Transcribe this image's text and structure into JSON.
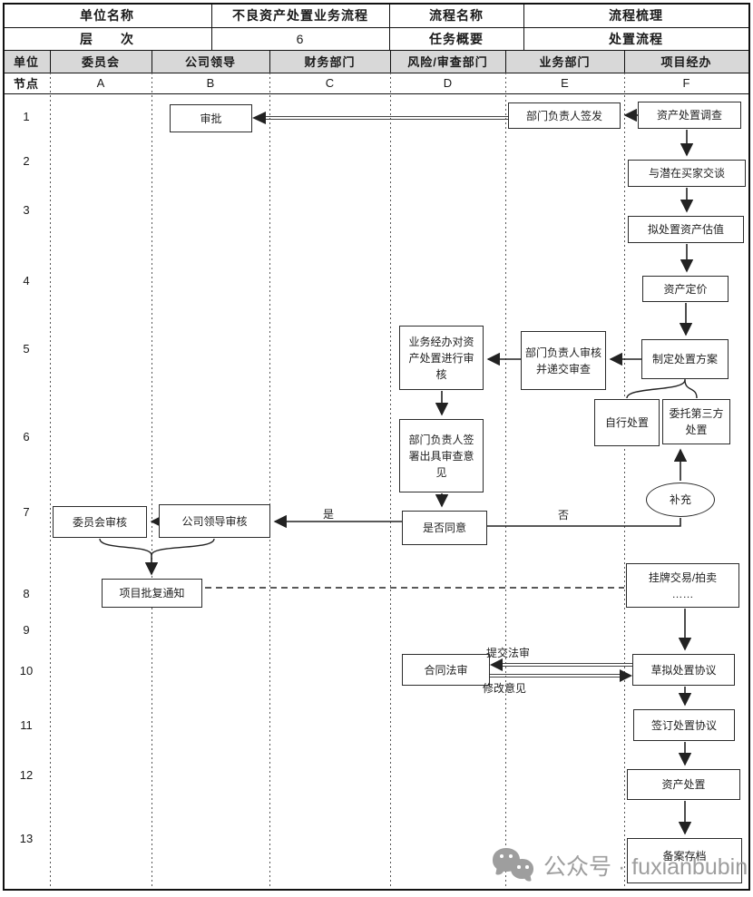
{
  "header": {
    "row1": {
      "c1": "单位名称",
      "c2": "不良资产处置业务流程",
      "c3": "流程名称",
      "c4": "流程梳理"
    },
    "row2": {
      "c1": "层　　次",
      "c2": "6",
      "c3": "任务概要",
      "c4": "处置流程"
    },
    "unit_label": "单位",
    "node_label": "节点",
    "lanes": [
      "委员会",
      "公司领导",
      "财务部门",
      "风险/审查部门",
      "业务部门",
      "项目经办"
    ],
    "codes": [
      "A",
      "B",
      "C",
      "D",
      "E",
      "F"
    ]
  },
  "rows": [
    "1",
    "2",
    "3",
    "4",
    "5",
    "6",
    "7",
    "8",
    "9",
    "10",
    "11",
    "12",
    "13"
  ],
  "nodes": {
    "shenpi": {
      "label": "审批"
    },
    "qianfa": {
      "label": "部门负责人签发"
    },
    "diaocha": {
      "label": "资产处置调查"
    },
    "jiaotan": {
      "label": "与潜在买家交谈"
    },
    "guzhi": {
      "label": "拟处置资产估值"
    },
    "dingjia": {
      "label": "资产定价"
    },
    "jingban": {
      "label": "业务经办对资产处置进行审核"
    },
    "dijiao": {
      "label": "部门负责人审核并递交审查"
    },
    "fangan": {
      "label": "制定处置方案"
    },
    "zixing": {
      "label": "自行处置"
    },
    "weituo": {
      "label": "委托第三方处置"
    },
    "qianshu": {
      "label": "部门负责人签署出具审查意见"
    },
    "buchong": {
      "label": "补充"
    },
    "weiyuanhui": {
      "label": "委员会审核"
    },
    "lingdao": {
      "label": "公司领导审核"
    },
    "tongyi": {
      "label": "是否同意"
    },
    "pifu": {
      "label": "项目批复通知"
    },
    "guapai": {
      "label": "挂牌交易/拍卖\n……"
    },
    "fashen": {
      "label": "合同法审"
    },
    "caoni": {
      "label": "草拟处置协议"
    },
    "qianding": {
      "label": "签订处置协议"
    },
    "chuzhi": {
      "label": "资产处置"
    },
    "beian": {
      "label": "备案存档"
    }
  },
  "edge_labels": {
    "yes": "是",
    "no": "否",
    "submit": "提交法审",
    "revise": "修改意见"
  },
  "watermark": {
    "text": "公众号 · fuxianbubin"
  },
  "colors": {
    "line": "#333333",
    "header_gray": "#d8d8d8",
    "watermark_gray": "#9e9e9e"
  }
}
